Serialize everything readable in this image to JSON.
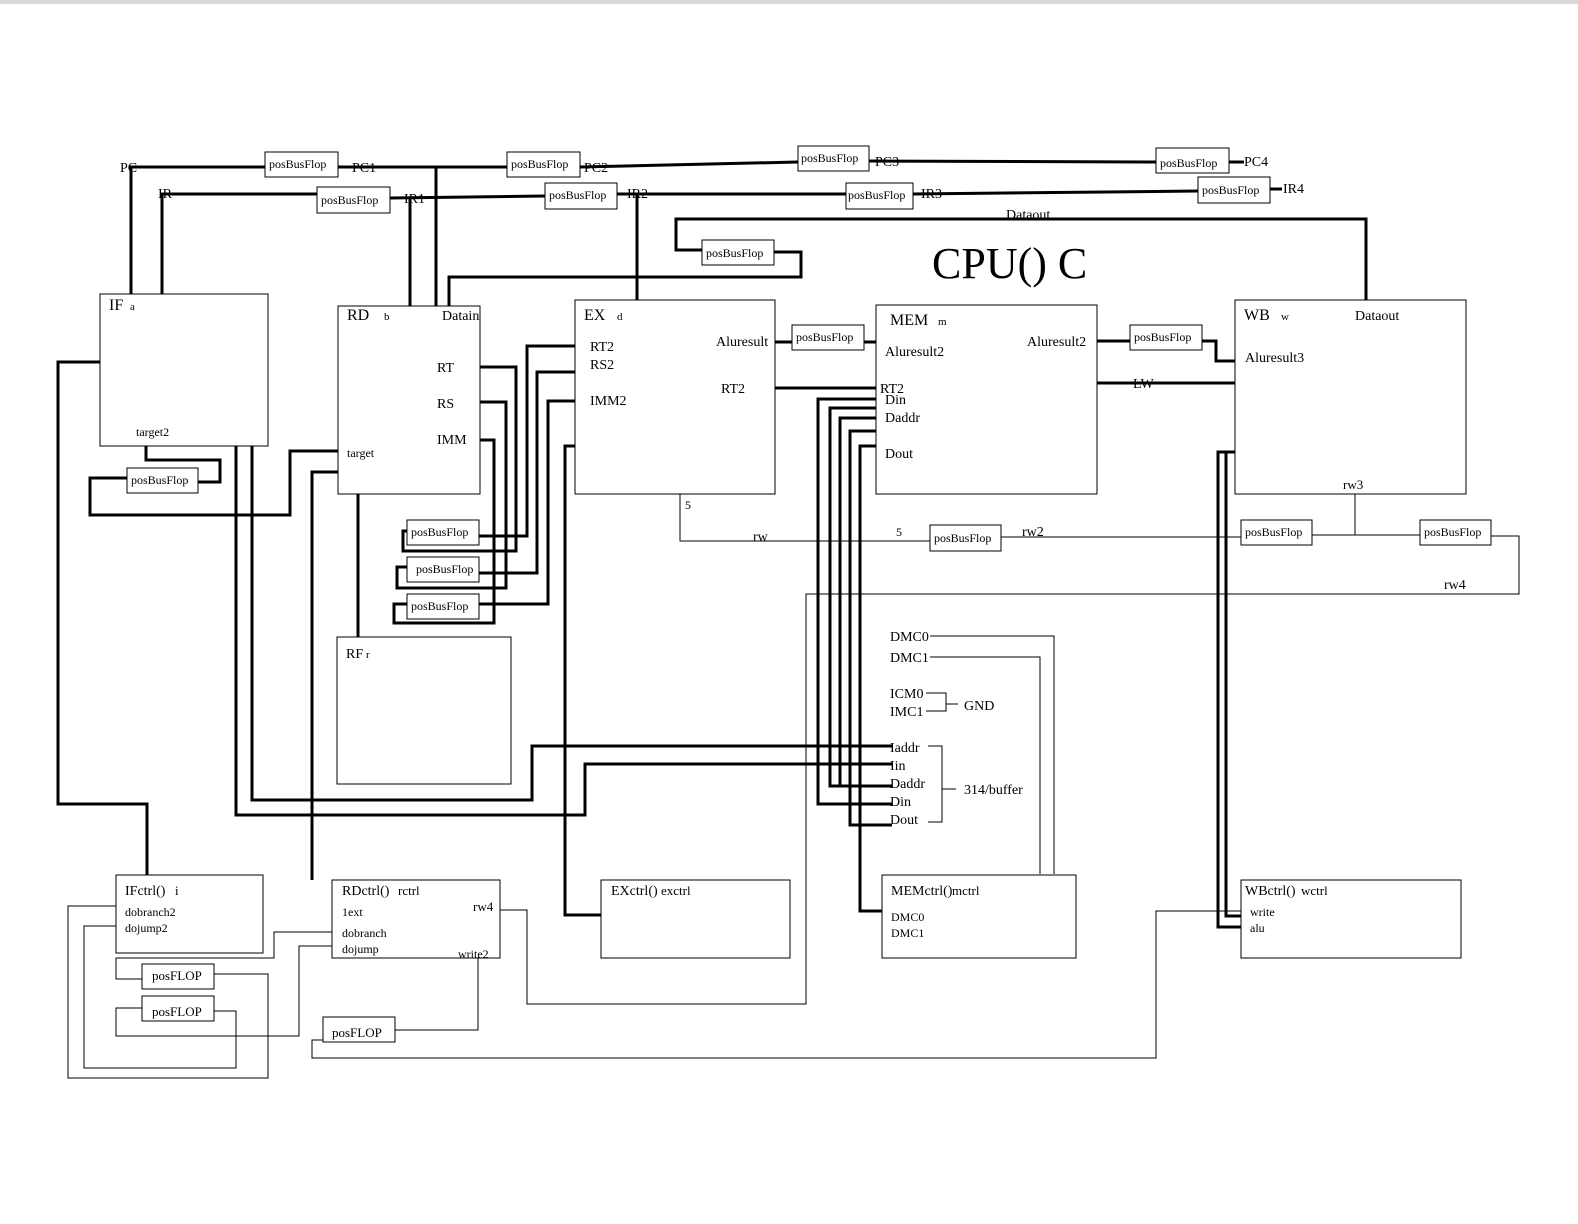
{
  "title": "CPU() C",
  "flop_label": "posBusFlop",
  "ctrl_flop_label": "posFLOP",
  "blocks": {
    "if": {
      "name": "IF",
      "inst": "a",
      "ports": {
        "target2": "target2"
      }
    },
    "rd": {
      "name": "RD",
      "inst": "b",
      "ports": {
        "datain": "Datain",
        "rt": "RT",
        "rs": "RS",
        "imm": "IMM",
        "target": "target"
      }
    },
    "ex": {
      "name": "EX",
      "inst": "d",
      "ports": {
        "rt2": "RT2",
        "rs2": "RS2",
        "imm2": "IMM2",
        "aluresult": "Aluresult",
        "rt2_out": "RT2"
      }
    },
    "mem": {
      "name": "MEM",
      "inst": "m",
      "ports": {
        "aluresult2_in": "Aluresult2",
        "aluresult2_out": "Aluresult2",
        "rt2": "RT2",
        "din": "Din",
        "daddr": "Daddr",
        "dout": "Dout"
      }
    },
    "wb": {
      "name": "WB",
      "inst": "w",
      "ports": {
        "aluresult3": "Aluresult3",
        "dataout": "Dataout",
        "rw3": "rw3"
      }
    },
    "rf": {
      "name": "RF",
      "inst": "r"
    },
    "ifctrl": {
      "name": "IFctrl()",
      "inst": "i",
      "ports": {
        "dobranch2": "dobranch2",
        "dojump2": "dojump2"
      }
    },
    "rdctrl": {
      "name": "RDctrl()",
      "inst": "rctrl",
      "ports": {
        "ext": "1ext",
        "dobranch": "dobranch",
        "dojump": "dojump",
        "rw4": "rw4",
        "write2": "write2"
      }
    },
    "exctrl": {
      "name": "EXctrl()",
      "inst": "exctrl"
    },
    "memctrl": {
      "name": "MEMctrl()",
      "inst": "mctrl",
      "ports": {
        "dmc0": "DMC0",
        "dmc1": "DMC1"
      }
    },
    "wbctrl": {
      "name": "WBctrl()",
      "inst": "wctrl",
      "ports": {
        "write": "write",
        "alu": "alu"
      }
    }
  },
  "signals": {
    "pc": "PC",
    "pc1": "PC1",
    "pc2": "PC2",
    "pc3": "PC3",
    "pc4": "PC4",
    "ir": "IR",
    "ir1": "IR1",
    "ir2": "IR2",
    "ir3": "IR3",
    "ir4": "IR4",
    "dataout": "Dataout",
    "lw": "LW",
    "rw": "rw",
    "rw2": "rw2",
    "rw4": "rw4",
    "bus_width_a": "5",
    "bus_width_b": "5"
  },
  "memory_interface": {
    "dmc0": "DMC0",
    "dmc1": "DMC1",
    "icm0": "ICM0",
    "imc1": "IMC1",
    "gnd": "GND",
    "iaddr": "Iaddr",
    "iin": "Iin",
    "daddr": "Daddr",
    "din": "Din",
    "dout": "Dout",
    "buffer": "314/buffer"
  }
}
